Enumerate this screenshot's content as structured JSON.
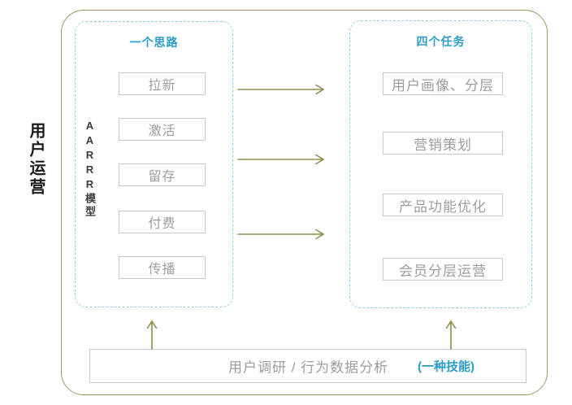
{
  "diagram": {
    "side_label": "用户运营",
    "left_panel": {
      "title": "一个思路",
      "model_label": "AARRR模型",
      "items": [
        "拉新",
        "激活",
        "留存",
        "付费",
        "传播"
      ]
    },
    "right_panel": {
      "title": "四个任务",
      "items": [
        "用户画像、分层",
        "营销策划",
        "产品功能优化",
        "会员分层运营"
      ]
    },
    "bottom_bar": {
      "label": "用户调研 / 行为数据分析",
      "note": "(一种技能)"
    }
  },
  "colors": {
    "accent-blue": "#2a9cc9",
    "olive": "#8f8d4f",
    "outer-border": "#9c9a62",
    "dash-blue": "#8ed2ea",
    "box-border": "#c8c8c8",
    "box-text": "#9d9d9d",
    "ink": "#1c1c1c",
    "model-text": "#3d3d3d"
  }
}
